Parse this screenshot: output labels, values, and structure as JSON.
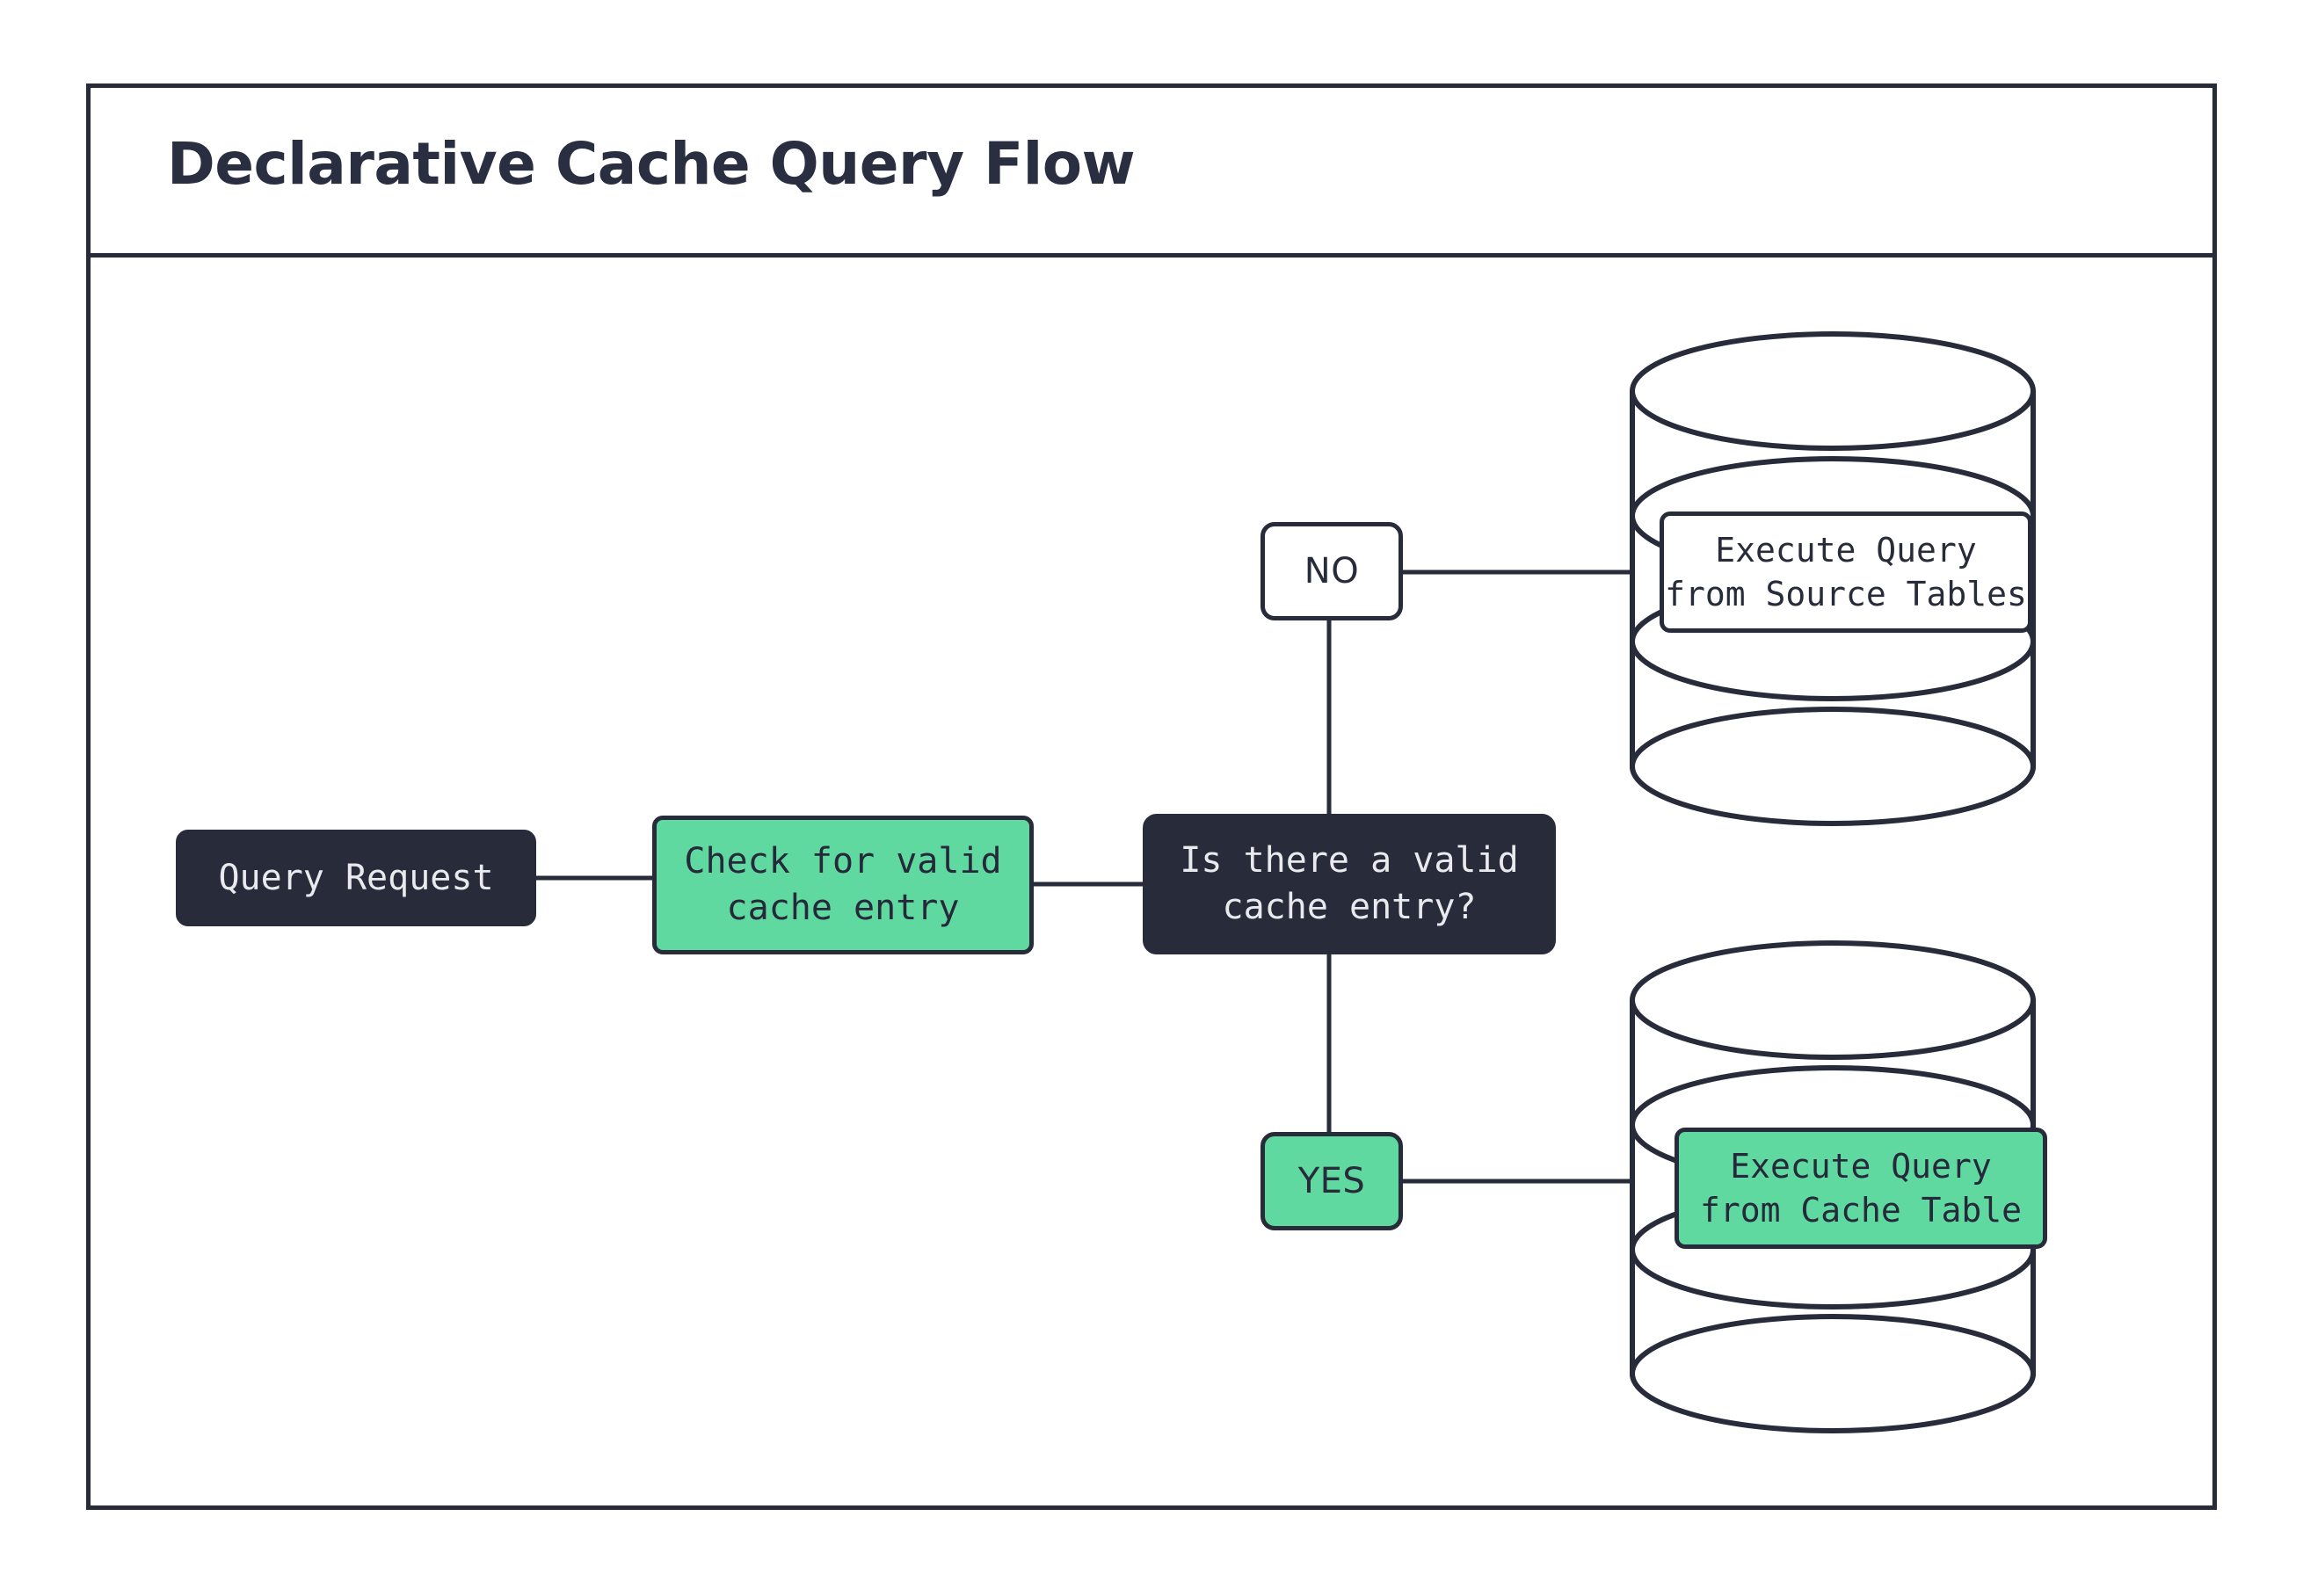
{
  "diagram": {
    "title": "Declarative Cache Query Flow",
    "colors": {
      "ink": "#272B3A",
      "accent_green": "#5FD9A0",
      "surface": "#FFFFFF",
      "dark_fill": "#272B3A",
      "dark_text": "#E9EAEE"
    },
    "nodes": {
      "query_request": "Query Request",
      "check_cache": "Check for valid\ncache entry",
      "decision": "Is there a valid\ncache entry?",
      "execute_source": "Execute Query\nfrom Source Tables",
      "execute_cache": "Execute Query\nfrom Cache Table"
    },
    "branches": {
      "no": "NO",
      "yes": "YES"
    },
    "datastores": {
      "source_tables": "source-tables-database-cylinder",
      "cache_table": "cache-table-database-cylinder"
    }
  }
}
